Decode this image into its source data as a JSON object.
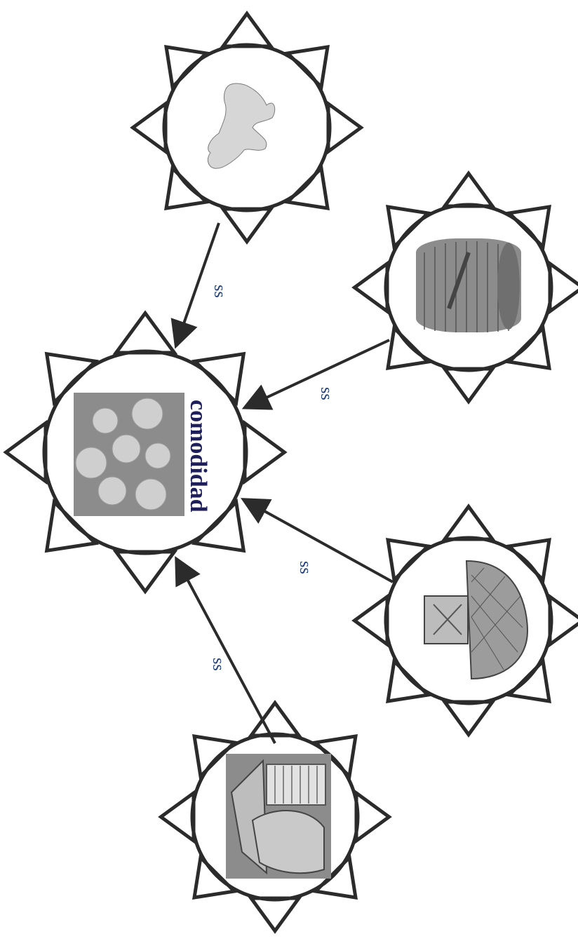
{
  "diagram": {
    "central_node": {
      "label": "comodidad",
      "image": "food-and-items-photo"
    },
    "nodes": [
      {
        "name": "animal-node",
        "image": "animal-silhouette"
      },
      {
        "name": "cage-node",
        "image": "birdcage-drawing"
      },
      {
        "name": "pet-bed-node",
        "image": "pet-bed-drawing"
      },
      {
        "name": "doghouse-node",
        "image": "doghouse-drawing"
      }
    ],
    "edges": [
      {
        "from": "animal-node",
        "to": "central-node",
        "label": "ss"
      },
      {
        "from": "cage-node",
        "to": "central-node",
        "label": "ss"
      },
      {
        "from": "pet-bed-node",
        "to": "central-node",
        "label": "ss"
      },
      {
        "from": "doghouse-node",
        "to": "central-node",
        "label": "ss"
      }
    ],
    "colors": {
      "stroke": "#2b2b2b",
      "edge_label": "#1a3a7a",
      "central_label": "#1e1e5a"
    }
  }
}
